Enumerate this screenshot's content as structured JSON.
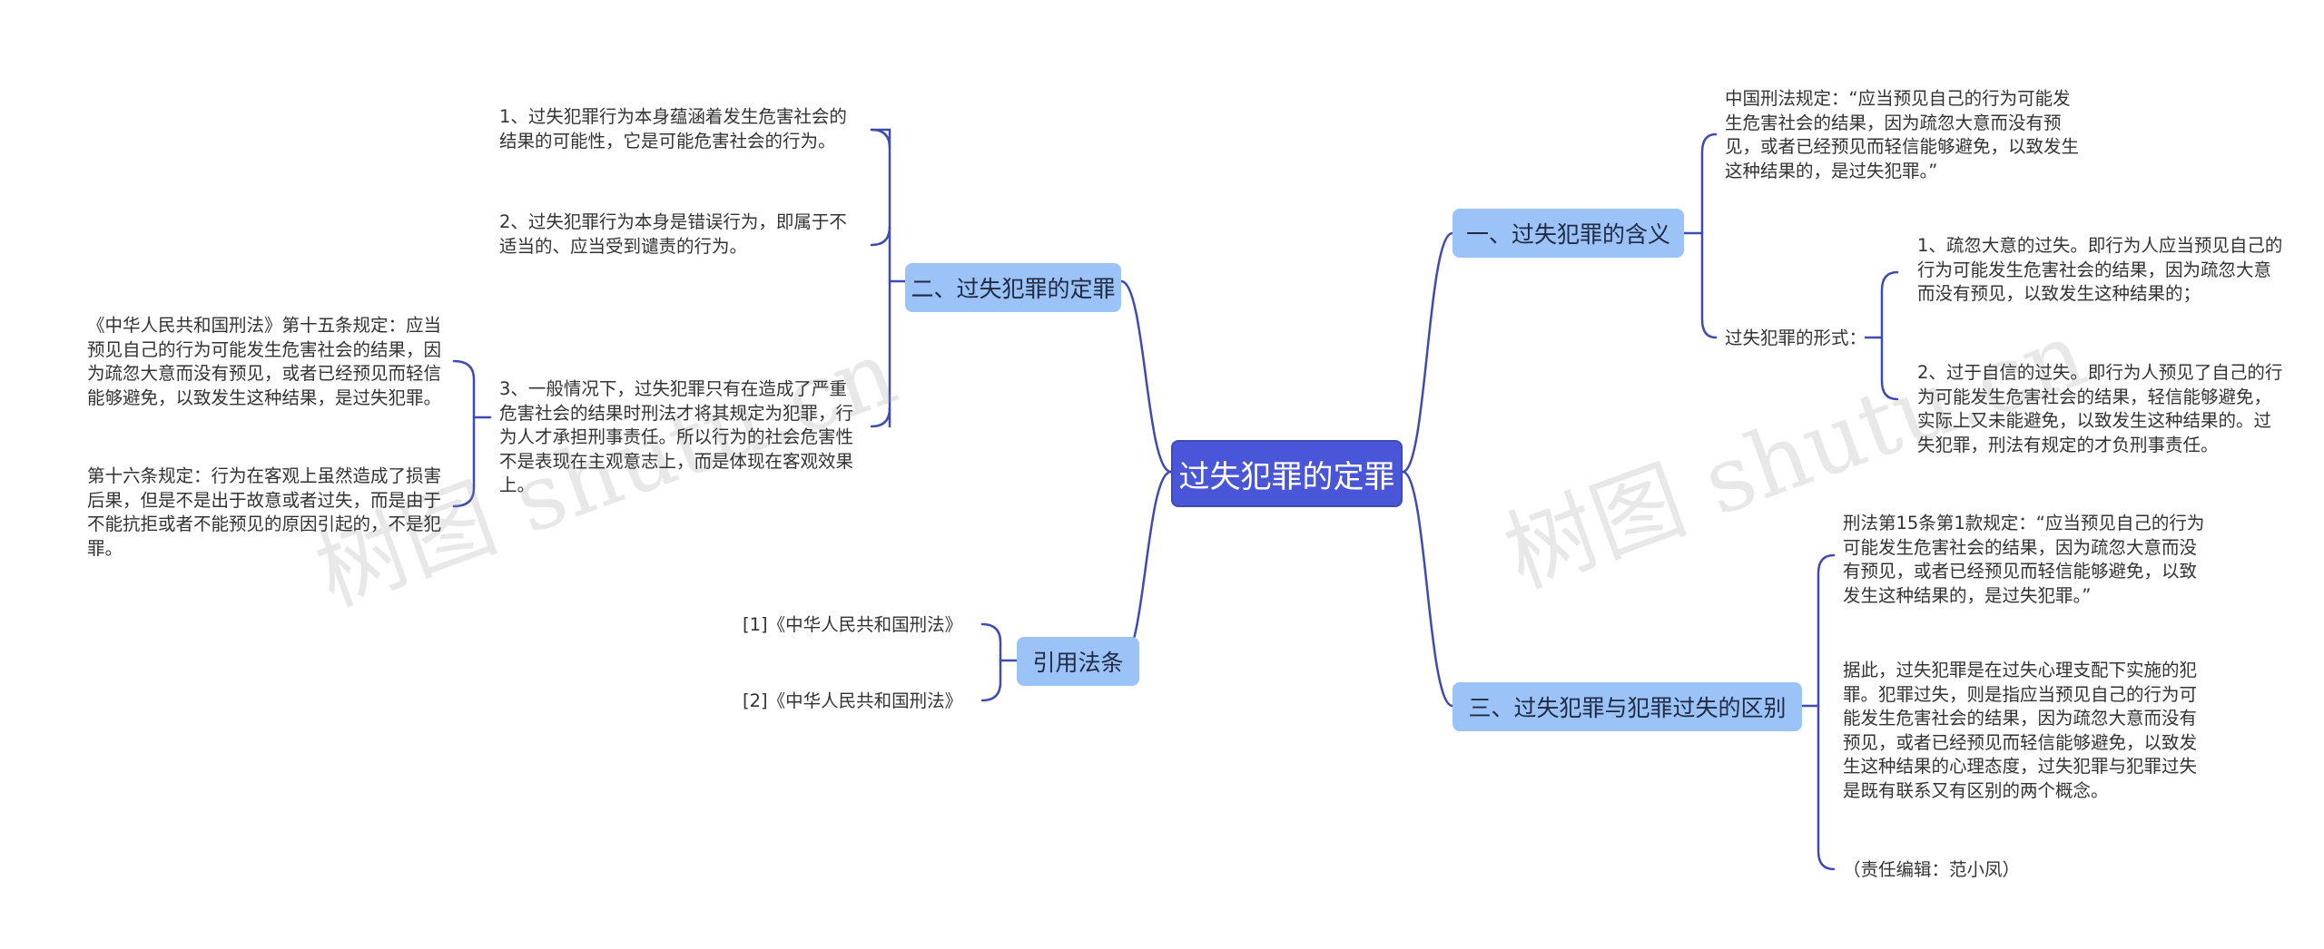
{
  "root": {
    "label": "过失犯罪的定罪"
  },
  "left": {
    "definition": {
      "label": "二、过失犯罪的定罪",
      "items": [
        "1、过失犯罪行为本身蕴涵着发生危害社会的结果的可能性，它是可能危害社会的行为。",
        "2、过失犯罪行为本身是错误行为，即属于不适当的、应当受到谴责的行为。",
        "3、一般情况下，过失犯罪只有在造成了严重危害社会的结果时刑法才将其规定为犯罪，行为人才承担刑事责任。所以行为的社会危害性不是表现在主观意志上，而是体现在客观效果上。"
      ],
      "sub": [
        "《中华人民共和国刑法》第十五条规定：应当预见自己的行为可能发生危害社会的结果，因为疏忽大意而没有预见，或者已经预见而轻信能够避免，以致发生这种结果，是过失犯罪。",
        "第十六条规定：行为在客观上虽然造成了损害后果，但是不是出于故意或者过失，而是由于不能抗拒或者不能预见的原因引起的，不是犯罪。"
      ]
    },
    "citation": {
      "label": "引用法条",
      "items": [
        "[1]《中华人民共和国刑法》",
        "[2]《中华人民共和国刑法》"
      ]
    }
  },
  "right": {
    "meaning": {
      "label": "一、过失犯罪的含义",
      "items": [
        "中国刑法规定：“应当预见自己的行为可能发生危害社会的结果，因为疏忽大意而没有预见，或者已经预见而轻信能够避免，以致发生这种结果的，是过失犯罪。”",
        "过失犯罪的形式："
      ],
      "forms": [
        "1、疏忽大意的过失。即行为人应当预见自己的行为可能发生危害社会的结果，因为疏忽大意而没有预见，以致发生这种结果的；",
        "2、过于自信的过失。即行为人预见了自己的行为可能发生危害社会的结果，轻信能够避免，实际上又未能避免，以致发生这种结果的。过失犯罪，刑法有规定的才负刑事责任。"
      ]
    },
    "difference": {
      "label": "三、过失犯罪与犯罪过失的区别",
      "items": [
        "刑法第15条第1款规定：“应当预见自己的行为可能发生危害社会的结果，因为疏忽大意而没有预见，或者已经预见而轻信能够避免，以致发生这种结果的，是过失犯罪。”",
        "据此，过失犯罪是在过失心理支配下实施的犯罪。犯罪过失，则是指应当预见自己的行为可能发生危害社会的结果，因为疏忽大意而没有预见，或者已经预见而轻信能够避免，以致发生这种结果的心理态度，过失犯罪与犯罪过失是既有联系又有区别的两个概念。",
        "（责任编辑：范小凤）"
      ]
    }
  },
  "watermark": [
    "树图 shutu.cn",
    "树图 shutu.cn"
  ],
  "colors": {
    "root": "#4a56d8",
    "branch": "#9cc3f7",
    "line": "#3f4bb0"
  }
}
